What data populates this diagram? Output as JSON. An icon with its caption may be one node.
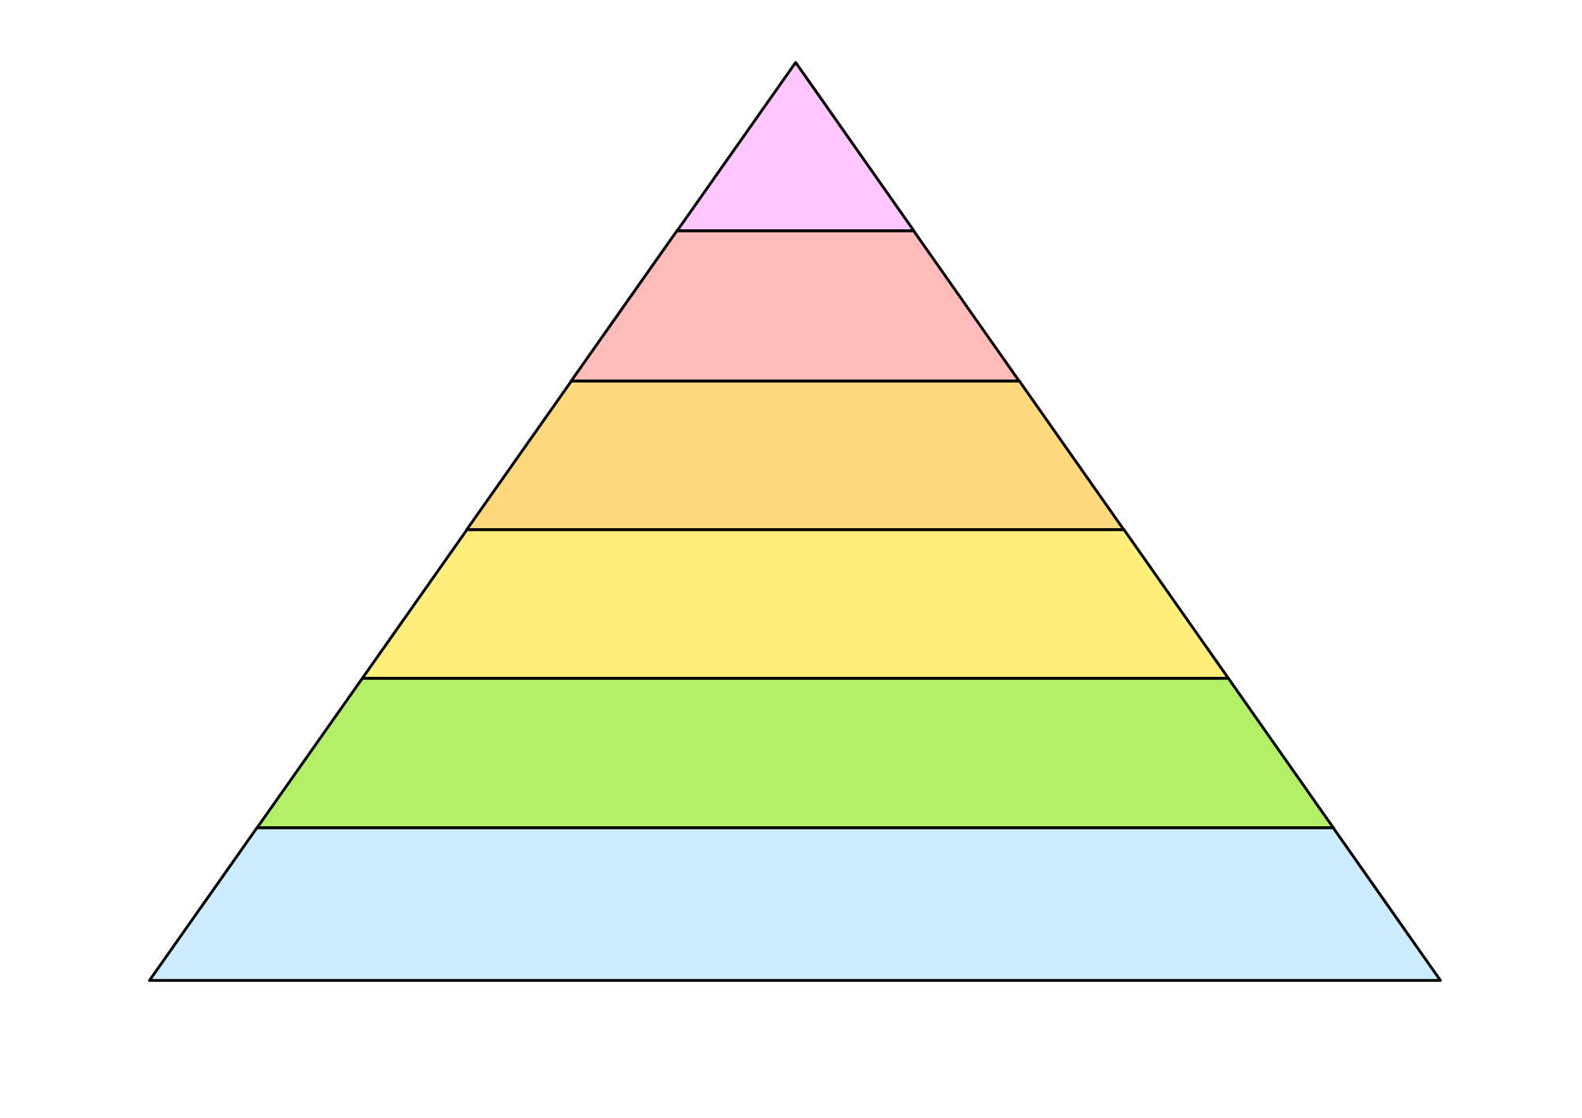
{
  "diagram": {
    "nodes": [
      {
        "text": [],
        "shape": "triangle"
      },
      {
        "text": [],
        "shape": "trapezoid"
      },
      {
        "text": [],
        "shape": "trapezoid"
      },
      {
        "text": [],
        "shape": "trapezoid"
      },
      {
        "text": [],
        "shape": "trapezoid"
      },
      {
        "text": [],
        "shape": "trapezoid"
      }
    ]
  }
}
